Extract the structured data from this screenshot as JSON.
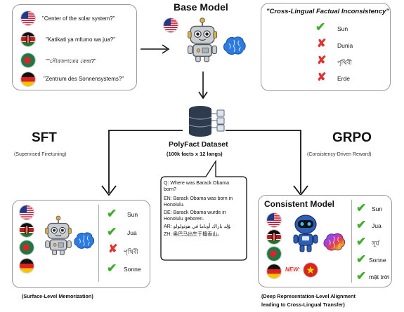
{
  "top_left": {
    "questions": [
      "\"Center of the solar system?\"",
      "\"Katikati ya mfumo wa jua?\"",
      "\"\"সৌরজগতের কেন্দ্র?\"",
      "\"Zentrum des Sonnensystems?\""
    ]
  },
  "base_model": {
    "title": "Base Model"
  },
  "inconsistency": {
    "title": "\"Cross-Lingual Factual Inconsistency\"",
    "answers": [
      {
        "text": "Sun",
        "mark": "check"
      },
      {
        "text": "Dunia",
        "mark": "cross"
      },
      {
        "text": "পৃথিবী",
        "mark": "cross"
      },
      {
        "text": "Erde",
        "mark": "cross"
      }
    ]
  },
  "dataset": {
    "title": "PolyFact Dataset",
    "subtitle": "(100k facts x 12 langs)",
    "bubble": {
      "question": "Q: Where was Barack Obama born?",
      "en": "EN: Barack Obama was born in Honolulu.",
      "de": "DE: Barack Obama wurde in Honolulu geboren.",
      "ar": "AR: وُلِد باراك أوباما في هونولولو.",
      "zh": "ZH: 奥巴马出生于檀香山。"
    }
  },
  "sft": {
    "title": "SFT",
    "subtitle": "(Supervised Finetuning)",
    "answers": [
      {
        "text": "Sun",
        "mark": "check"
      },
      {
        "text": "Jua",
        "mark": "check"
      },
      {
        "text": "পৃথিবী",
        "mark": "cross"
      },
      {
        "text": "Sonne",
        "mark": "check"
      }
    ],
    "caption": "(Surface-Level Memorization)"
  },
  "grpo": {
    "title": "GRPO",
    "subtitle": "(Consistency-Driven Reward)",
    "model_title": "Consistent Model",
    "new_label": "NEW:",
    "answers": [
      {
        "text": "Sun",
        "mark": "check"
      },
      {
        "text": "Jua",
        "mark": "check"
      },
      {
        "text": "সূর্য",
        "mark": "check"
      },
      {
        "text": "Sonne",
        "mark": "check"
      },
      {
        "text": "mặt trời",
        "mark": "check"
      }
    ],
    "caption_line1": "(Deep Representation-Level Alignment",
    "caption_line2": "leading to Cross-Lingual Transfer)"
  },
  "colors": {
    "check": "#3fae2a",
    "cross": "#e53030",
    "border": "#9a9a9a"
  }
}
